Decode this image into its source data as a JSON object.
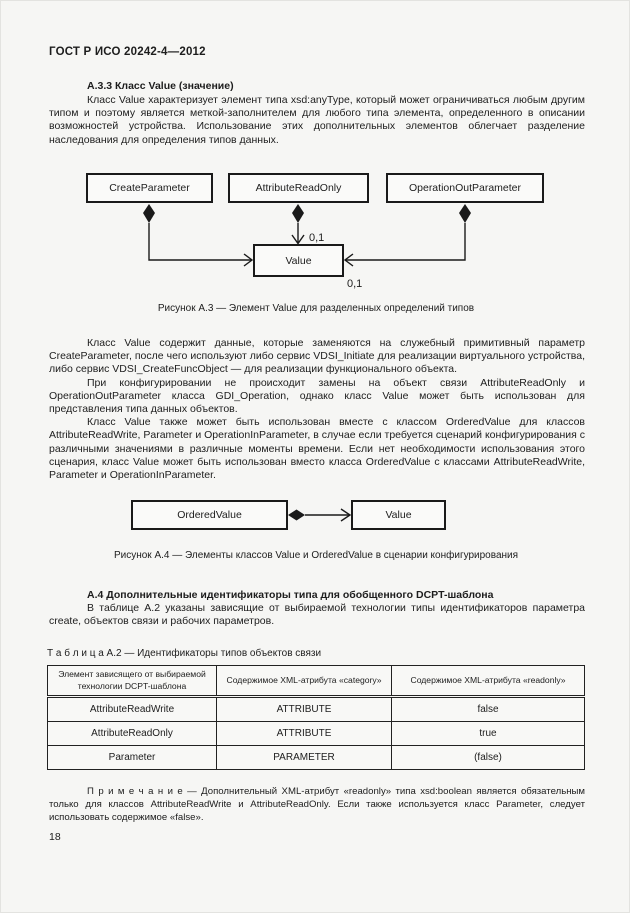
{
  "page": {
    "header": "ГОСТ Р ИСО 20242-4—2012",
    "page_number": "18"
  },
  "section_a33": {
    "heading": "А.3.3 Класс Value (значение)",
    "para": "Класс Value характеризует элемент типа xsd:anyType, который может ограничиваться любым другим типом и поэтому является меткой-заполнителем для любого типа элемента, определенного в описании возможностей устройства. Использование этих дополнительных элементов облегчает разделение наследования для определения типов данных."
  },
  "figure_a3": {
    "caption": "Рисунок А.3 — Элемент Value для разделенных определений типов",
    "boxes": {
      "create_parameter": "CreateParameter",
      "attribute_read_only": "AttributeReadOnly",
      "operation_out_parameter": "OperationOutParameter",
      "value": "Value"
    },
    "labels": {
      "multiplicity_top": "0,1",
      "multiplicity_right": "0,1"
    }
  },
  "body2": {
    "para1": "Класс Value содержит данные, которые заменяются на служебный примитивный параметр CreateParameter, после чего используют либо сервис VDSI_Initiate для реализации виртуального устройства, либо сервис VDSI_CreateFuncObject — для реализации функционального объекта.",
    "para2": "При конфигурировании не происходит замены на объект связи AttributeReadOnly и OperationOutParameter класса GDI_Operation, однако класс Value может быть использован для представления типа данных объектов.",
    "para3": "Класс Value также может быть использован вместе с классом OrderedValue для классов AttributeReadWrite, Parameter и OperationInParameter, в случае если требуется сценарий конфигурирования с различными значениями в различные моменты времени. Если нет необходимости использования этого сценария, класс Value может быть использован вместо класса OrderedValue с классами AttributeReadWrite, Parameter и OperationInParameter."
  },
  "figure_a4": {
    "caption": "Рисунок А.4 — Элементы классов Value и OrderedValue в сценарии конфигурирования",
    "boxes": {
      "ordered_value": "OrderedValue",
      "value": "Value"
    }
  },
  "section_a4": {
    "heading": "А.4 Дополнительные идентификаторы типа для обобщенного DCPT-шаблона",
    "para": "В таблице А.2 указаны зависящие от выбираемой технологии типы идентификаторов параметра create, объектов связи и рабочих параметров."
  },
  "table_a2": {
    "caption": "Т а б л и ц а  А.2 — Идентификаторы типов объектов связи",
    "headers": [
      "Элемент зависящего от выбираемой технологии DCPT-шаблона",
      "Содержимое XML-атрибута «category»",
      "Содержимое XML-атрибута «readonly»"
    ],
    "rows": [
      [
        "AttributeReadWrite",
        "ATTRIBUTE",
        "false"
      ],
      [
        "AttributeReadOnly",
        "ATTRIBUTE",
        "true"
      ],
      [
        "Parameter",
        "PARAMETER",
        "(false)"
      ]
    ]
  },
  "note": {
    "text": "П р и м е ч а н и е — Дополнительный XML-атрибут «readonly» типа xsd:boolean является обязательным только для классов AttributeReadWrite и AttributeReadOnly. Если также используется класс Parameter, следует использовать содержимое «false»."
  }
}
